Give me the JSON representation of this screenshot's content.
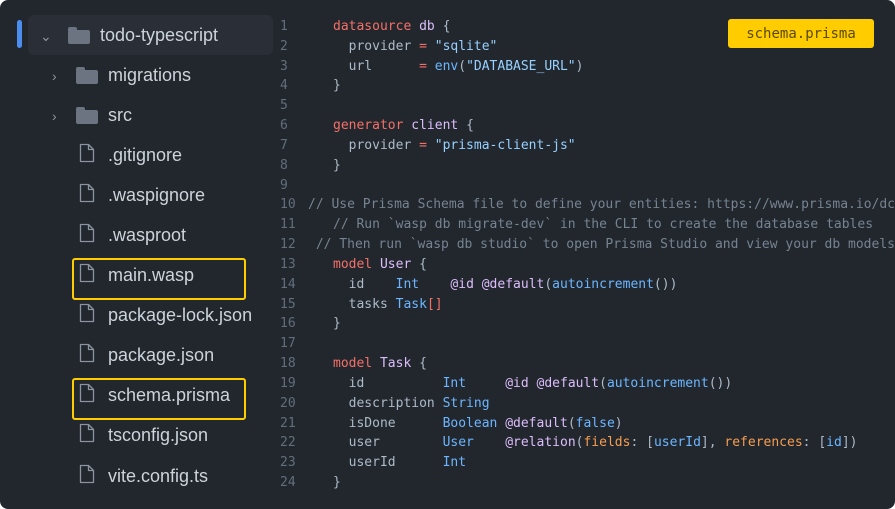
{
  "explorer": {
    "root": {
      "label": "todo-typescript",
      "expanded": true
    },
    "items": [
      {
        "label": "migrations",
        "type": "folder"
      },
      {
        "label": "src",
        "type": "folder"
      },
      {
        "label": ".gitignore",
        "type": "file"
      },
      {
        "label": ".waspignore",
        "type": "file"
      },
      {
        "label": ".wasproot",
        "type": "file"
      },
      {
        "label": "main.wasp",
        "type": "file",
        "highlighted": true
      },
      {
        "label": "package-lock.json",
        "type": "file"
      },
      {
        "label": "package.json",
        "type": "file"
      },
      {
        "label": "schema.prisma",
        "type": "file",
        "highlighted": true
      },
      {
        "label": "tsconfig.json",
        "type": "file"
      },
      {
        "label": "vite.config.ts",
        "type": "file"
      }
    ]
  },
  "editor": {
    "filename_badge": "schema.prisma",
    "colors": {
      "highlight": "#ffcc00",
      "active": "#4b8ef0"
    },
    "lines": [
      [
        [
          "datasource",
          "kw"
        ],
        [
          " ",
          "plain"
        ],
        [
          "db",
          "name"
        ],
        [
          " {",
          "plain"
        ]
      ],
      [
        [
          "  provider ",
          "plain"
        ],
        [
          "=",
          "op"
        ],
        [
          " ",
          "plain"
        ],
        [
          "\"sqlite\"",
          "str"
        ]
      ],
      [
        [
          "  url      ",
          "plain"
        ],
        [
          "=",
          "op"
        ],
        [
          " ",
          "plain"
        ],
        [
          "env",
          "fn"
        ],
        [
          "(",
          "plain"
        ],
        [
          "\"DATABASE_URL\"",
          "str"
        ],
        [
          ")",
          "plain"
        ]
      ],
      [
        [
          "}",
          "plain"
        ]
      ],
      [],
      [
        [
          "generator",
          "kw"
        ],
        [
          " ",
          "plain"
        ],
        [
          "client",
          "name"
        ],
        [
          " {",
          "plain"
        ]
      ],
      [
        [
          "  provider ",
          "plain"
        ],
        [
          "=",
          "op"
        ],
        [
          " ",
          "plain"
        ],
        [
          "\"prisma-client-js\"",
          "str"
        ]
      ],
      [
        [
          "}",
          "plain"
        ]
      ],
      [],
      [
        [
          "// Use Prisma Schema file to define your entities: https://www.prisma.io/dc",
          "com"
        ]
      ],
      [
        [
          "// Run `wasp db migrate-dev` in the CLI to create the database tables",
          "com"
        ]
      ],
      [
        [
          "// Then run `wasp db studio` to open Prisma Studio and view your db models",
          "com"
        ]
      ],
      [
        [
          "model",
          "kw"
        ],
        [
          " ",
          "plain"
        ],
        [
          "User",
          "name"
        ],
        [
          " {",
          "plain"
        ]
      ],
      [
        [
          "  id    ",
          "plain"
        ],
        [
          "Int",
          "type"
        ],
        [
          "    ",
          "plain"
        ],
        [
          "@id @default",
          "attr"
        ],
        [
          "(",
          "plain"
        ],
        [
          "autoincrement",
          "fn"
        ],
        [
          "())",
          "plain"
        ]
      ],
      [
        [
          "  tasks ",
          "plain"
        ],
        [
          "Task",
          "type"
        ],
        [
          "[]",
          "op"
        ]
      ],
      [
        [
          "}",
          "plain"
        ]
      ],
      [],
      [
        [
          "model",
          "kw"
        ],
        [
          " ",
          "plain"
        ],
        [
          "Task",
          "name"
        ],
        [
          " {",
          "plain"
        ]
      ],
      [
        [
          "  id          ",
          "plain"
        ],
        [
          "Int",
          "type"
        ],
        [
          "     ",
          "plain"
        ],
        [
          "@id @default",
          "attr"
        ],
        [
          "(",
          "plain"
        ],
        [
          "autoincrement",
          "fn"
        ],
        [
          "())",
          "plain"
        ]
      ],
      [
        [
          "  description ",
          "plain"
        ],
        [
          "String",
          "type"
        ]
      ],
      [
        [
          "  isDone      ",
          "plain"
        ],
        [
          "Boolean",
          "type"
        ],
        [
          " ",
          "plain"
        ],
        [
          "@default",
          "attr"
        ],
        [
          "(",
          "plain"
        ],
        [
          "false",
          "fn"
        ],
        [
          ")",
          "plain"
        ]
      ],
      [
        [
          "  user        ",
          "plain"
        ],
        [
          "User",
          "type"
        ],
        [
          "    ",
          "plain"
        ],
        [
          "@relation",
          "attr"
        ],
        [
          "(",
          "plain"
        ],
        [
          "fields",
          "arg"
        ],
        [
          ": [",
          "plain"
        ],
        [
          "userId",
          "fn"
        ],
        [
          "], ",
          "plain"
        ],
        [
          "references",
          "arg"
        ],
        [
          ": [",
          "plain"
        ],
        [
          "id",
          "fn"
        ],
        [
          "])",
          "plain"
        ]
      ],
      [
        [
          "  userId      ",
          "plain"
        ],
        [
          "Int",
          "type"
        ]
      ],
      [
        [
          "}",
          "plain"
        ]
      ]
    ]
  }
}
